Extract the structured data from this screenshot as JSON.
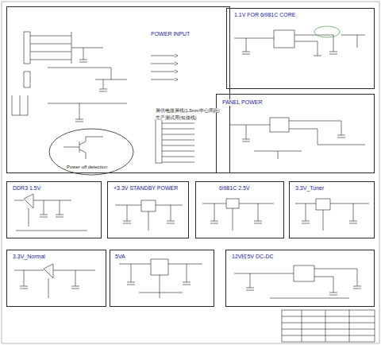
{
  "diagram": {
    "nodes": [
      {
        "text": [
          "POWER INPUT"
        ]
      },
      {
        "text": [
          "Power off detection"
        ],
        "in": 0
      },
      {
        "text": [
          "1.1V FOR 6i981C CORE"
        ]
      },
      {
        "text": [
          "PANEL POWER"
        ]
      },
      {
        "text": [
          "DDR3 1.5V"
        ]
      },
      {
        "text": [
          "+3.3V STANDBY POWER"
        ]
      },
      {
        "text": [
          "6i981C 2.5V"
        ]
      },
      {
        "text": [
          "3.3V_Tuner"
        ]
      },
      {
        "text": [
          "3.3V_Normal"
        ]
      },
      {
        "text": [
          "5VA"
        ]
      },
      {
        "text": [
          "12V转5V DC-DC"
        ]
      }
    ],
    "edges": [],
    "labels": [
      "屏供电接屏线(1.5mm中心间距)",
      "生产测试用(短接线)"
    ]
  }
}
